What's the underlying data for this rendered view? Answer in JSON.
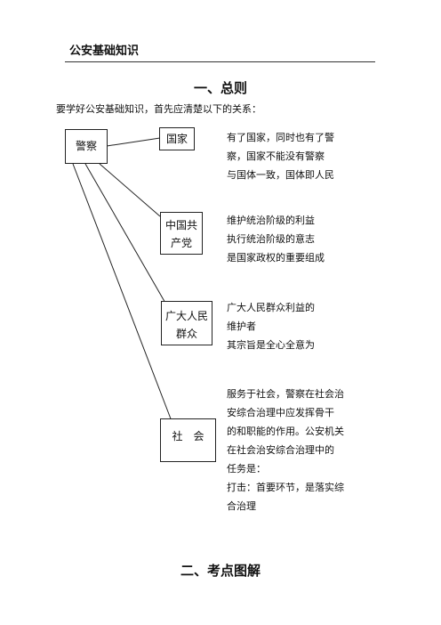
{
  "header": {
    "title": "公安基础知识"
  },
  "sections": {
    "one": "一、总则",
    "two": "二、考点图解"
  },
  "intro": "要学好公安基础知识，首先应清楚以下的关系：",
  "diagram": {
    "root": "警察",
    "nodes": [
      {
        "label": "国家",
        "lines": [
          "有了国家，同时也有了警",
          "察，国家不能没有警察",
          "与国体一致，国体即人民"
        ]
      },
      {
        "label": "中国共产党",
        "lines": [
          "维护统治阶级的利益",
          "执行统治阶级的意志",
          "是国家政权的重要组成"
        ]
      },
      {
        "label": "广大人民群众",
        "lines": [
          "广大人民群众利益的",
          "维护者",
          "其宗旨是全心全意为"
        ]
      },
      {
        "label": "社　会",
        "lines": [
          "服务于社会，警察在社会治",
          "安综合治理中应发挥骨干",
          "的和职能的作用。公安机关",
          "在社会治安综合治理中的",
          "任务是：",
          "打击：首要环节，是落实综",
          "合治理"
        ]
      }
    ]
  }
}
